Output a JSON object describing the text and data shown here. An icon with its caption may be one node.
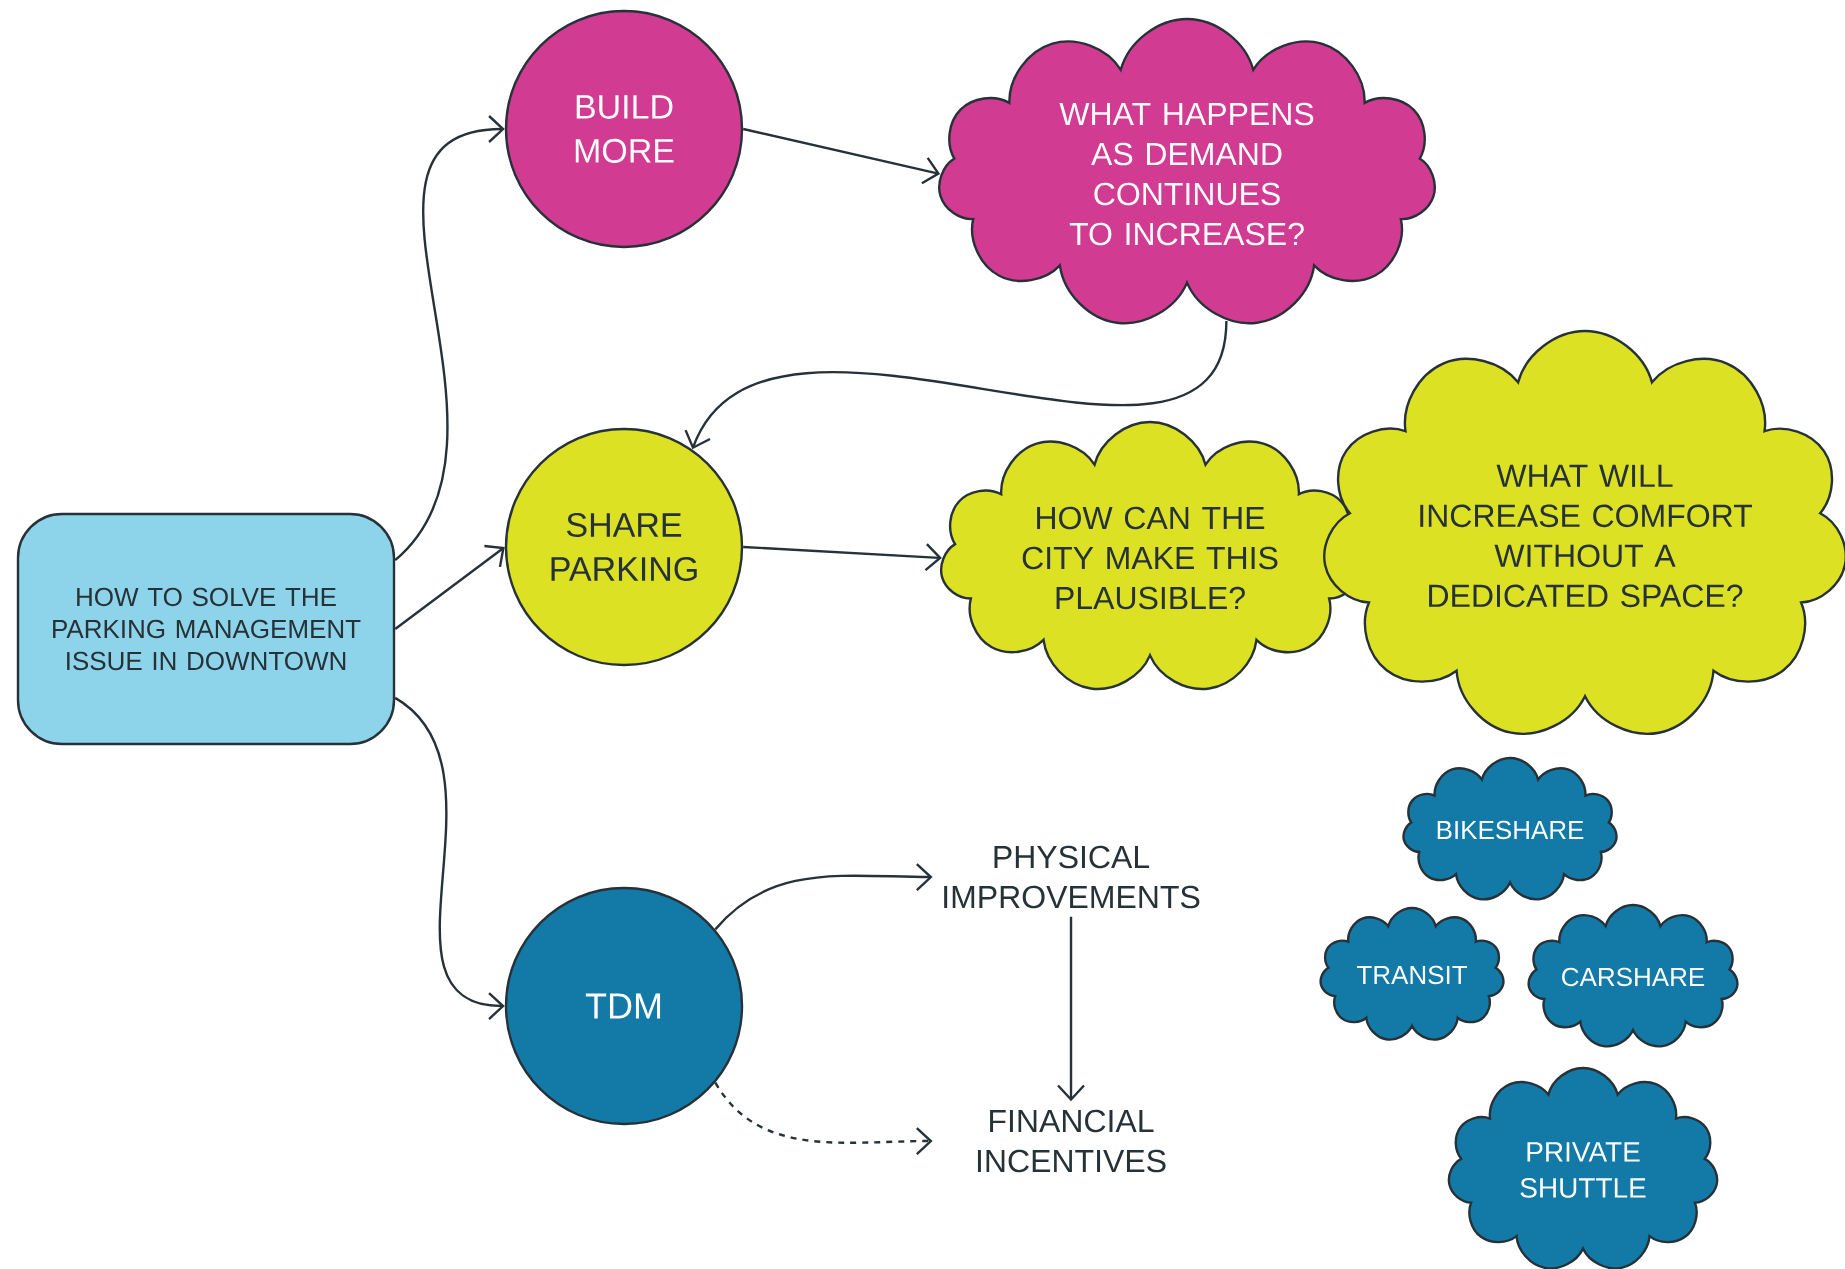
{
  "diagram": {
    "nodes": [
      {
        "text": [
          "HOW TO SOLVE THE PARKING MANAGEMENT ISSUE IN DOWNTOWN"
        ]
      },
      {
        "text": [
          "BUILD MORE"
        ]
      },
      {
        "text": [
          "WHAT HAPPENS AS DEMAND CONTINUES TO INCREASE?"
        ]
      },
      {
        "text": [
          "SHARE PARKING"
        ]
      },
      {
        "text": [
          "HOW CAN THE CITY MAKE THIS PLAUSIBLE?"
        ]
      },
      {
        "text": [
          "WHAT WILL INCREASE COMFORT WITHOUT A DEDICATED SPACE?"
        ]
      },
      {
        "text": [
          "TDM"
        ]
      },
      {
        "text": [
          "PHYSICAL IMPROVEMENTS"
        ]
      },
      {
        "text": [
          "FINANCIAL INCENTIVES"
        ]
      },
      {
        "text": [
          "BIKESHARE"
        ]
      },
      {
        "text": [
          "TRANSIT"
        ]
      },
      {
        "text": [
          "CARSHARE"
        ]
      },
      {
        "text": [
          "PRIVATE SHUTTLE"
        ]
      }
    ],
    "edges": [
      {
        "from": 0,
        "to": 1,
        "arrow": "to"
      },
      {
        "from": 0,
        "to": 3,
        "arrow": "to"
      },
      {
        "from": 0,
        "to": 6,
        "arrow": "to"
      },
      {
        "from": 1,
        "to": 2,
        "arrow": "to"
      },
      {
        "from": 2,
        "to": 3,
        "arrow": "to"
      },
      {
        "from": 3,
        "to": 4,
        "arrow": "to"
      },
      {
        "from": 6,
        "to": 7,
        "arrow": "to"
      },
      {
        "from": 7,
        "to": 8,
        "arrow": "to"
      },
      {
        "from": 6,
        "to": 8,
        "arrow": "to",
        "style": "dashed"
      }
    ]
  }
}
